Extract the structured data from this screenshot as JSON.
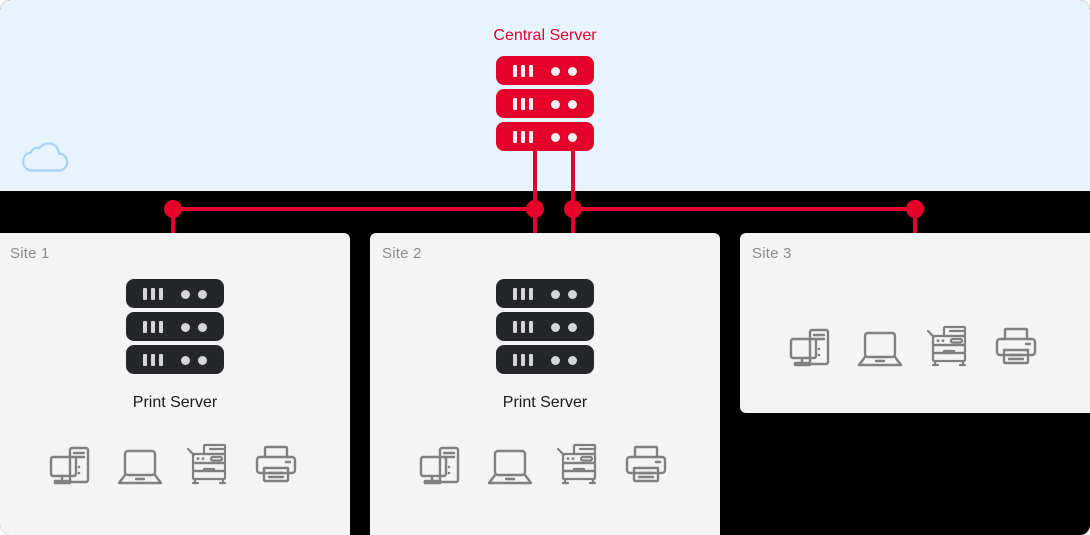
{
  "diagram": {
    "title": "Central Server",
    "type": "network-topology",
    "colors": {
      "accent_red": "#e4002b",
      "cloud_background": "#e8f4fd",
      "cloud_outline": "#a8d4f2",
      "canvas_background": "#000000",
      "card_background": "#f4f4f4",
      "server_dark": "#25262a",
      "device_gray": "#808080",
      "site_label": "#8c8c8c"
    }
  },
  "cloud": {
    "icon": "cloud-icon",
    "label": ""
  },
  "central": {
    "title": "Central Server",
    "icon": "server-stack-icon",
    "units": 3,
    "bars_per_unit": 3,
    "leds_per_unit": 2
  },
  "sites": [
    {
      "id": "site-1",
      "label": "Site 1",
      "has_server": true,
      "server_label": "Print Server",
      "devices": [
        {
          "name": "desktop-computer-icon",
          "label": "Desktop Computer"
        },
        {
          "name": "laptop-icon",
          "label": "Laptop"
        },
        {
          "name": "copier-icon",
          "label": "Multifunction Copier"
        },
        {
          "name": "printer-icon",
          "label": "Printer"
        }
      ]
    },
    {
      "id": "site-2",
      "label": "Site 2",
      "has_server": true,
      "server_label": "Print Server",
      "devices": [
        {
          "name": "desktop-computer-icon",
          "label": "Desktop Computer"
        },
        {
          "name": "laptop-icon",
          "label": "Laptop"
        },
        {
          "name": "copier-icon",
          "label": "Multifunction Copier"
        },
        {
          "name": "printer-icon",
          "label": "Printer"
        }
      ]
    },
    {
      "id": "site-3",
      "label": "Site 3",
      "has_server": false,
      "server_label": "",
      "devices": [
        {
          "name": "desktop-computer-icon",
          "label": "Desktop Computer"
        },
        {
          "name": "laptop-icon",
          "label": "Laptop"
        },
        {
          "name": "copier-icon",
          "label": "Multifunction Copier"
        },
        {
          "name": "printer-icon",
          "label": "Printer"
        }
      ]
    }
  ],
  "connections": [
    {
      "from": "central-server",
      "to": "site-1-server",
      "junction": [
        173,
        209
      ]
    },
    {
      "from": "central-server",
      "to": "site-2-server",
      "junction": [
        535,
        209
      ]
    },
    {
      "from": "central-server",
      "to": "site-3",
      "junction": [
        915,
        209
      ]
    }
  ]
}
